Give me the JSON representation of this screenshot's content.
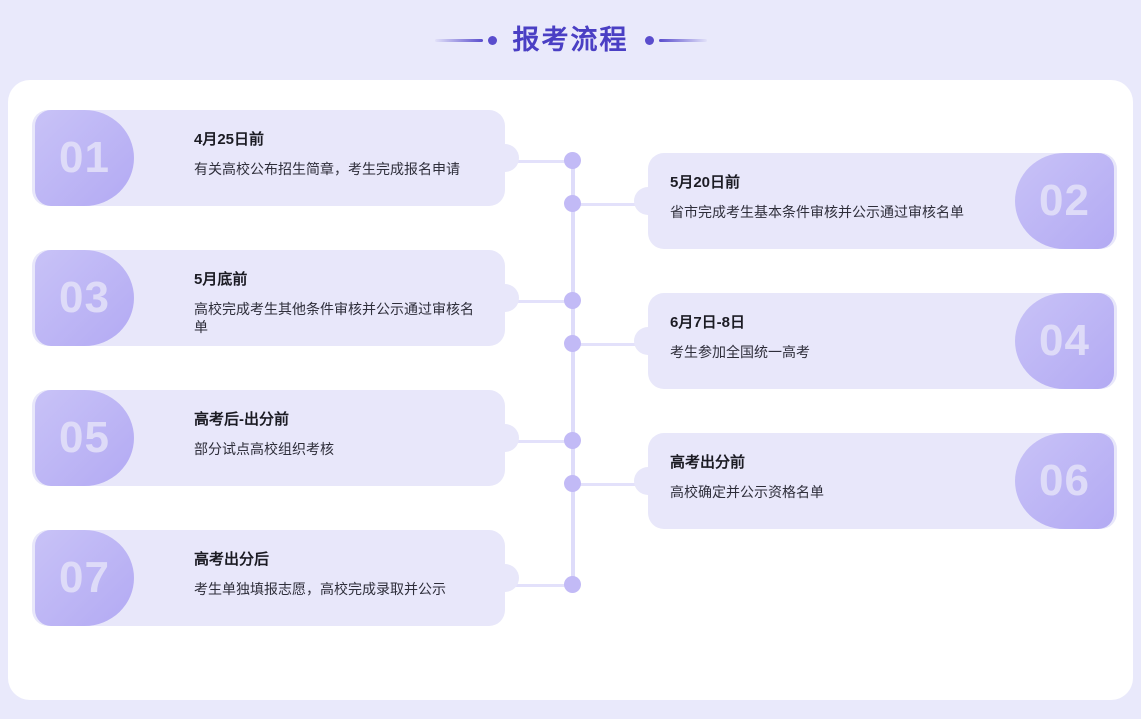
{
  "header": {
    "title": "报考流程",
    "left_dash": "decorative-line",
    "right_dash": "decorative-line"
  },
  "theme": {
    "page_background": "#e9e9fb",
    "panel_background": "#ffffff",
    "card_background": "#e8e7fa",
    "badge_gradient_from": "#c8c2f7",
    "badge_gradient_to": "#b3aaf3",
    "badge_number_color": "#dedbf8",
    "accent": "#5a4dcd",
    "title_color": "#4a3fc4",
    "timeline_line": "#dedcfa",
    "timeline_dot": "#c2baf6"
  },
  "steps": [
    {
      "number": "01",
      "side": "left",
      "title": "4月25日前",
      "desc": "有关高校公布招生简章，考生完成报名申请"
    },
    {
      "number": "02",
      "side": "right",
      "title": "5月20日前",
      "desc": "省市完成考生基本条件审核并公示通过审核名单"
    },
    {
      "number": "03",
      "side": "left",
      "title": "5月底前",
      "desc": "高校完成考生其他条件审核并公示通过审核名单"
    },
    {
      "number": "04",
      "side": "right",
      "title": "6月7日-8日",
      "desc": "考生参加全国统一高考"
    },
    {
      "number": "05",
      "side": "left",
      "title": "高考后-出分前",
      "desc": "部分试点高校组织考核"
    },
    {
      "number": "06",
      "side": "right",
      "title": "高考出分前",
      "desc": "高校确定并公示资格名单"
    },
    {
      "number": "07",
      "side": "left",
      "title": "高考出分后",
      "desc": "考生单独填报志愿，高校完成录取并公示"
    }
  ]
}
